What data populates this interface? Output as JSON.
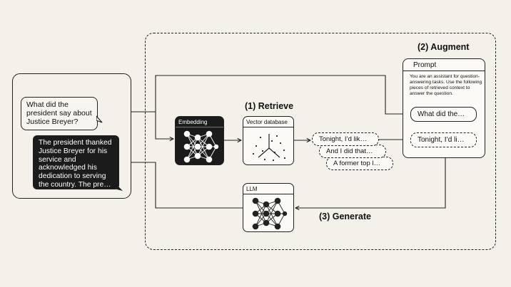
{
  "user_question": "What did the president say about Justice Breyer?",
  "bot_answer": "The president thanked Justice Breyer for his service and acknowledged his dedication to serving the country. The pre…",
  "embedding": {
    "label": "Embedding"
  },
  "vector_db": {
    "label": "Vector database"
  },
  "llm": {
    "label": "LLM"
  },
  "steps": {
    "retrieve": "(1) Retrieve",
    "augment": "(2) Augment",
    "generate": "(3) Generate"
  },
  "prompt": {
    "title": "Prompt",
    "instructions": "You are an assistant for question-answering tasks. Use the following pieces of retrieved context to answer the question.",
    "question": "What did the…",
    "context": "Tonight, I’d li…"
  },
  "chunks": [
    "Tonight, I’d lik…",
    "And I did that…",
    "A former top l…"
  ],
  "colors": {
    "background": "#f3f1ea",
    "ink": "#111111",
    "dark_fill": "#1b1b1b"
  }
}
